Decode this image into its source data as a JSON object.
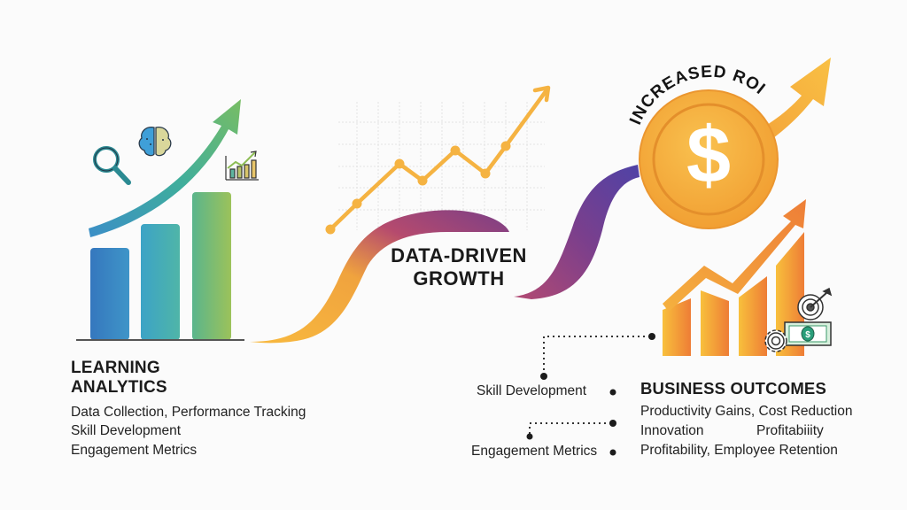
{
  "learning_analytics": {
    "heading_line1": "LEARNING",
    "heading_line2": "ANALYTICS",
    "items": [
      "Data Collection, Performance Tracking",
      "Skill Development",
      "Engagement Metrics"
    ],
    "icons": [
      "magnifier-icon",
      "brain-icon",
      "mini-chart-icon"
    ],
    "bar_colors": [
      "#3a7fc0",
      "#3fa8b8",
      "#7bbf5e"
    ]
  },
  "center": {
    "title_line1": "DATA-DRIVEN",
    "title_line2": "GROWTH",
    "line_color": "#f5b342",
    "ribbon_colors": [
      "#f5b342",
      "#a0407a",
      "#5b3fa0"
    ]
  },
  "roi": {
    "label": "INCREASED ROI",
    "coin_symbol": "$",
    "coin_color": "#f5a93a"
  },
  "connectors": {
    "labels": [
      "Skill Development",
      "Engagement Metrics"
    ]
  },
  "business_outcomes": {
    "heading": "BUSINESS OUTCOMES",
    "line1": "Productivity Gains, Cost Reduction",
    "line2_left": "Innovation",
    "line2_right": "Profitabiiity",
    "line3": "Profitability, Employee Retention",
    "icons": [
      "target-icon",
      "money-bill-icon",
      "gear-icon"
    ]
  },
  "chart_data": {
    "type": "line",
    "title": "Data-Driven Growth",
    "x": [
      1,
      2,
      3,
      4,
      5,
      6,
      7
    ],
    "values": [
      1,
      2.4,
      4.6,
      3.7,
      5.3,
      4.1,
      5.6
    ],
    "grid": true
  }
}
